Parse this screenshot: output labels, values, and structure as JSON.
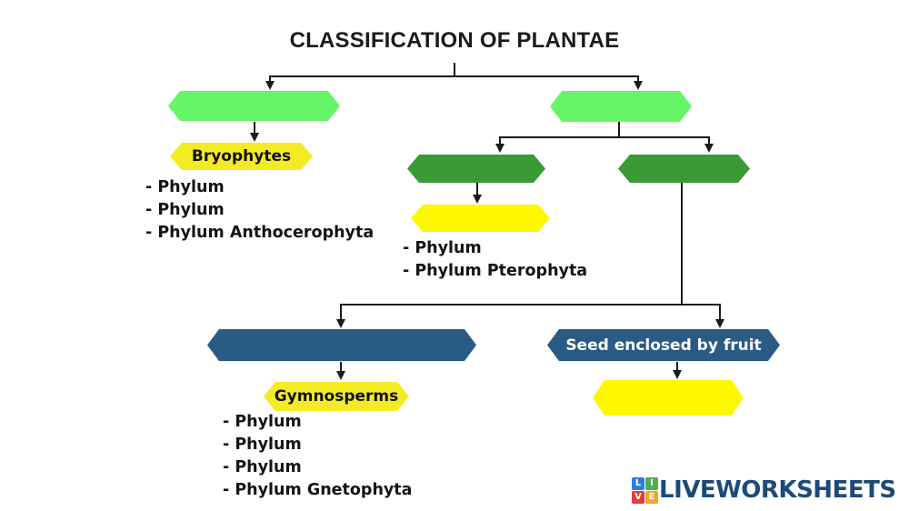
{
  "title": "CLASSIFICATION OF PLANTAE",
  "colors": {
    "line": "#1a1a1a",
    "light_green": "#66F566",
    "dark_green": "#3A9A35",
    "navy": "#2A5B84",
    "label_yellow": "#F5EB25",
    "bright_yellow": "#FDF700",
    "logo_text": "#1B4A7A",
    "logo_blue": "#2F7DE1",
    "logo_green": "#4CAF50",
    "logo_red": "#E23C3C",
    "logo_orange": "#F5A623"
  },
  "nodes": {
    "division_left_blank": {
      "label": ""
    },
    "division_right_blank": {
      "label": ""
    },
    "bryophytes": {
      "label": "Bryophytes"
    },
    "vascular_left_blank": {
      "label": ""
    },
    "vascular_right_blank": {
      "label": ""
    },
    "ferns_blank": {
      "label": ""
    },
    "seed_left_blank": {
      "label": ""
    },
    "seed_enclosed": {
      "label": "Seed enclosed by fruit"
    },
    "gymnosperms": {
      "label": "Gymnosperms"
    },
    "angiosperms_blank": {
      "label": ""
    }
  },
  "lists": {
    "bryophyte_phyla": [
      "- Phylum",
      "- Phylum",
      "- Phylum Anthocerophyta"
    ],
    "fern_phyla": [
      "- Phylum",
      "- Phylum Pterophyta"
    ],
    "gymnosperm_phyla": [
      "- Phylum",
      "- Phylum",
      "- Phylum",
      "- Phylum Gnetophyta"
    ]
  },
  "watermark": {
    "squares": [
      "L",
      "I",
      "V",
      "E"
    ],
    "text": "LIVEWORKSHEETS"
  }
}
